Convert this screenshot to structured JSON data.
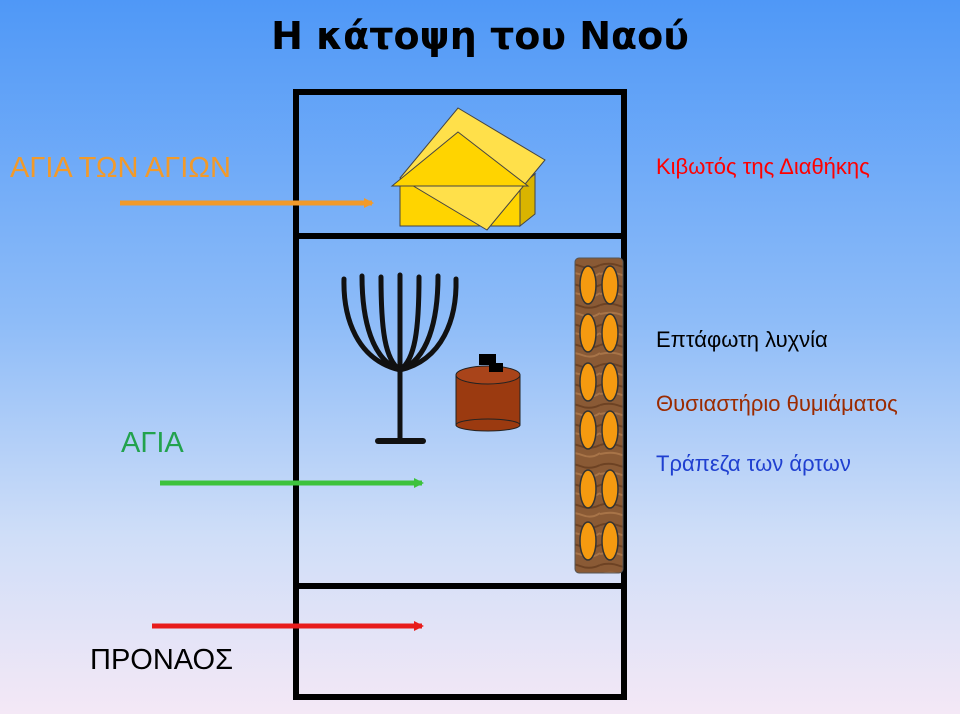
{
  "title": "Η κάτοψη του Ναού",
  "sections": {
    "holy_of_holies": "ΑΓΙΑ ΤΩΝ ΑΓΙΩΝ",
    "holy_place": "ΑΓΙΑ",
    "porch": "ΠΡΟΝΑΟΣ"
  },
  "items": {
    "ark": "Κιβωτός της Διαθήκης",
    "lampstand": "Επτάφωτη λυχνία",
    "incense_altar": "Θυσιαστήριο θυμιάματος",
    "bread_table": "Τράπεζα των άρτων"
  },
  "colors": {
    "holy_of_holies": "#f29a2a",
    "holy_place": "#3dc23d",
    "porch": "#e81c1c",
    "ark_gold": "#ffd400",
    "altar": "#9b3a10",
    "table_wood": "#8a5a35",
    "bread": "#f59a10"
  },
  "icons": [
    "ark-of-covenant-icon",
    "menorah-icon",
    "incense-altar-icon",
    "table-of-showbread-icon"
  ]
}
